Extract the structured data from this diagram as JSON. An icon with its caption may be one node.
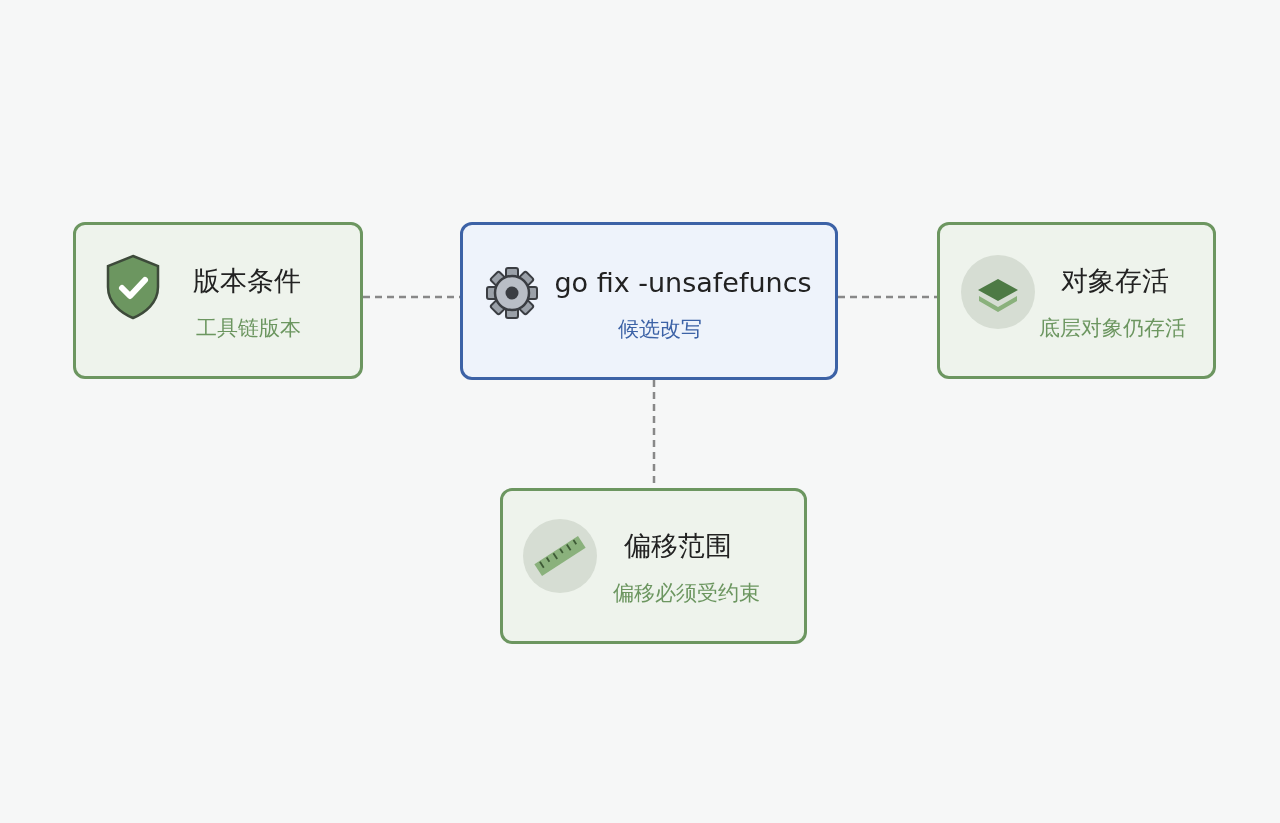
{
  "diagram": {
    "nodes": [
      {
        "text": [
          "版本条件",
          "工具链版本"
        ]
      },
      {
        "text": [
          "go fix -unsafefuncs",
          "候选改写"
        ]
      },
      {
        "text": [
          "对象存活",
          "底层对象仍存活"
        ]
      },
      {
        "text": [
          "偏移范围",
          "偏移必须受约束"
        ]
      }
    ],
    "edges": [
      {
        "from": 0,
        "to": 1,
        "arrow": "none",
        "style": "dashed"
      },
      {
        "from": 1,
        "to": 2,
        "arrow": "none",
        "style": "dashed"
      },
      {
        "from": 1,
        "to": 3,
        "arrow": "none",
        "style": "dashed"
      }
    ]
  }
}
